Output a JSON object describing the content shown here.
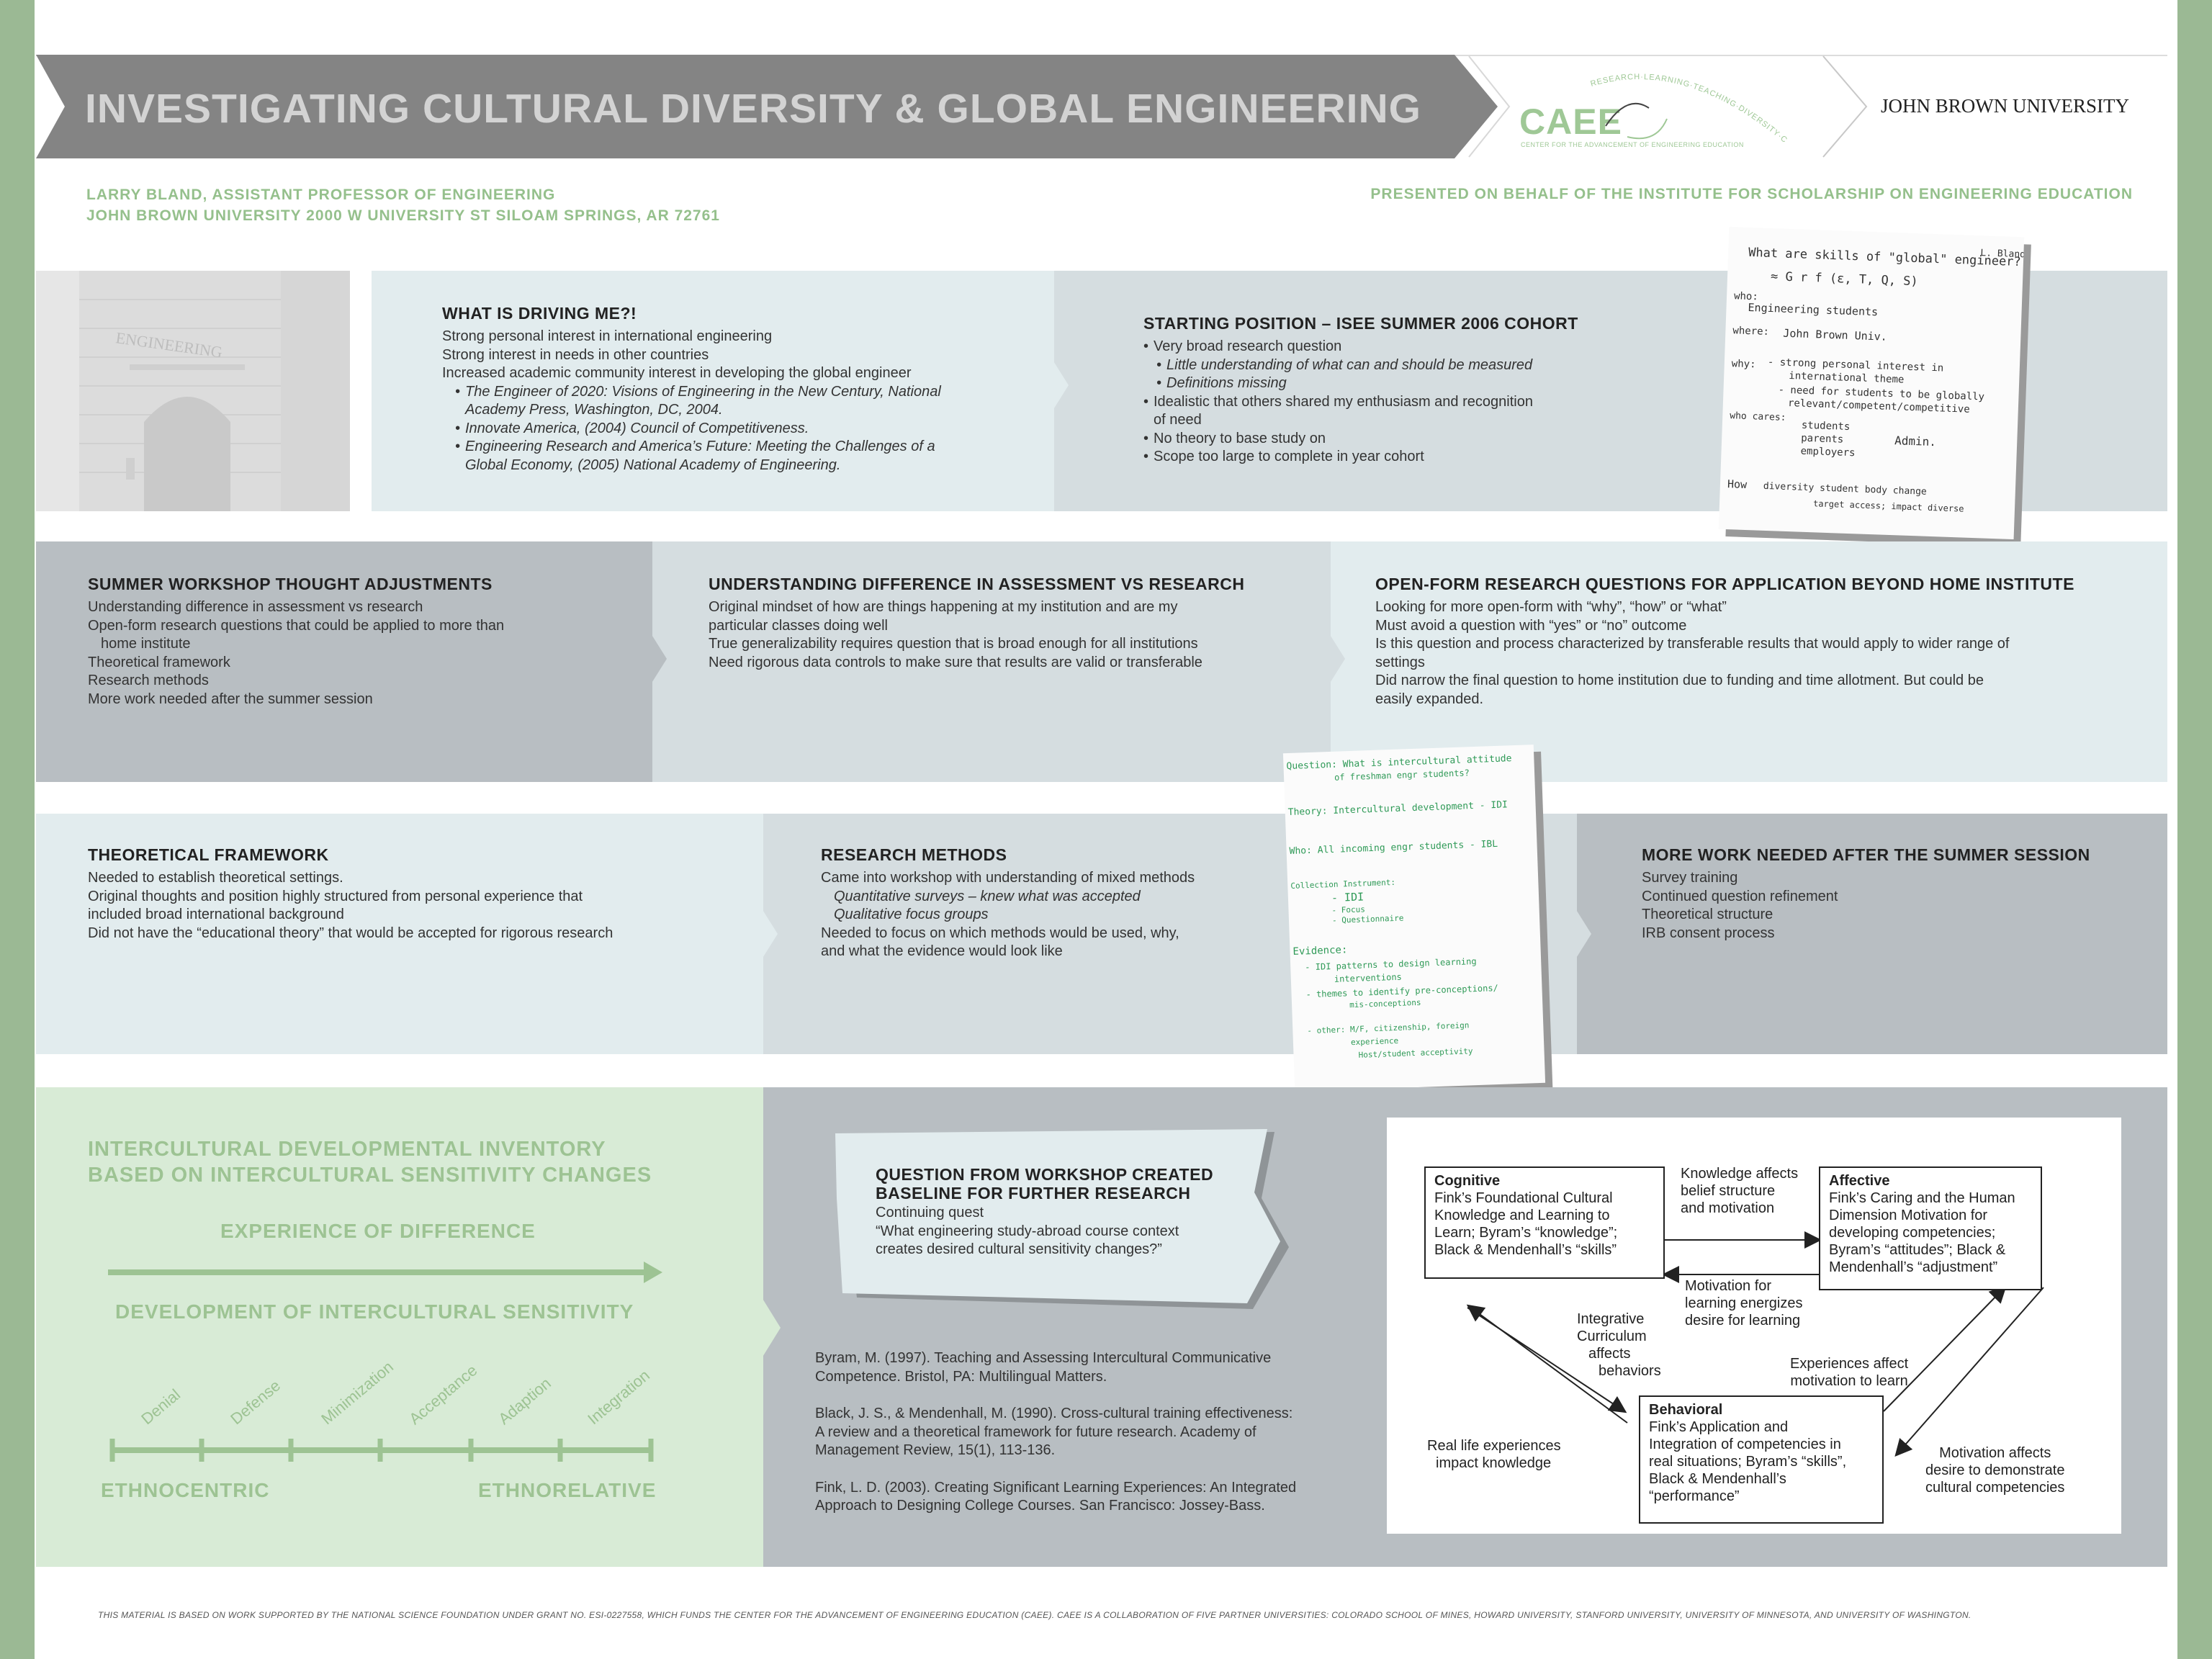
{
  "header": {
    "title": "INVESTIGATING CULTURAL DIVERSITY & GLOBAL ENGINEERING",
    "logo_text": "CAEE",
    "logo_arc_text": "RESEARCH·LEARNING·TEACHING·DIVERSITY·COMMUNITY",
    "logo_subtitle": "CENTER FOR THE ADVANCEMENT OF ENGINEERING EDUCATION",
    "university": "JOHN BROWN UNIVERSITY"
  },
  "author": {
    "line1": "LARRY BLAND, ASSISTANT PROFESSOR OF ENGINEERING",
    "line2": "JOHN BROWN UNIVERSITY 2000 W UNIVERSITY ST SILOAM SPRINGS, AR 72761",
    "presented": "PRESENTED ON BEHALF OF THE INSTITUTE FOR SCHOLARSHIP ON ENGINEERING EDUCATION"
  },
  "photo_sign": "ENGINEERING",
  "driving": {
    "title": "WHAT IS DRIVING ME?!",
    "l1": "Strong personal interest in international engineering",
    "l2": "Strong interest in needs in other countries",
    "l3": "Increased academic community interest in developing the global engineer",
    "b1a": "The Engineer of 2020: Visions of Engineering in the New Century, National",
    "b1b": "Academy Press, Washington, DC, 2004.",
    "b2": "Innovate America, (2004) Council of Competitiveness.",
    "b3a": "Engineering Research and America’s Future: Meeting the Challenges of a",
    "b3b": "Global Economy, (2005) National Academy of Engineering."
  },
  "starting": {
    "title": "STARTING POSITION – ISEE SUMMER 2006 COHORT",
    "b1": "Very broad research question",
    "s1": "Little understanding of what can and should be measured",
    "s2": "Definitions missing",
    "b2a": "Idealistic that others shared my enthusiasm and recognition",
    "b2b": "of need",
    "b3": "No theory to base study on",
    "b4": "Scope too large to complete in year cohort"
  },
  "note1": {
    "corner": "L. Bland",
    "l1": "What are skills of \"global\" engineer?",
    "l2": "≈ G r f (ε, T, Q, S)",
    "l3": "who:",
    "l4": "Engineering students",
    "l5": "where:",
    "l6": "John Brown Univ.",
    "l7": "why:",
    "l8": "- strong personal interest in",
    "l9": "international theme",
    "l10": "- need for students to be globally",
    "l11": "relevant/competent/competitive",
    "l12": "who cares:",
    "l13": "students",
    "l14": "parents",
    "l15": "Admin.",
    "l16": "employers",
    "l17": "How",
    "l18": "diversity student body change",
    "l19": "target access; impact diverse"
  },
  "workshop": {
    "title": "SUMMER WORKSHOP THOUGHT ADJUSTMENTS",
    "l1": "Understanding difference in assessment vs research",
    "l2a": "Open-form research questions that could be applied to more than",
    "l2b": "home institute",
    "l3": "Theoretical framework",
    "l4": "Research methods",
    "l5": "More work needed after the summer session"
  },
  "understanding": {
    "title": "UNDERSTANDING DIFFERENCE IN ASSESSMENT VS RESEARCH",
    "l1a": "Original mindset of  how are things happening at my institution and are my",
    "l1b": "particular classes doing well",
    "l2": "True generalizability requires question that is broad enough for all institutions",
    "l3": "Need rigorous data controls to make sure that results are valid or transferable"
  },
  "openform": {
    "title": "OPEN-FORM RESEARCH QUESTIONS FOR APPLICATION BEYOND HOME INSTITUTE",
    "l1": "Looking for more open-form with “why”, “how” or “what”",
    "l2": "Must avoid a question with “yes” or “no” outcome",
    "l3a": "Is this question and process characterized by transferable results that would apply to wider range of",
    "l3b": "settings",
    "l4a": "Did narrow the final question to home institution due to funding and time allotment.  But could be",
    "l4b": "easily expanded."
  },
  "theory": {
    "title": "THEORETICAL FRAMEWORK",
    "l1": "Needed to establish theoretical settings.",
    "l2a": "Original thoughts and position highly structured from personal experience that",
    "l2b": "included broad international background",
    "l3": "Did not have the “educational theory” that would be accepted for rigorous research"
  },
  "methods": {
    "title": "RESEARCH METHODS",
    "l1": "Came into workshop with understanding of  mixed methods",
    "s1": "Quantitative surveys – knew what was accepted",
    "s2": "Qualitative focus groups",
    "l2a": "Needed to focus on which methods would be used, why,",
    "l2b": "and what the evidence would look like"
  },
  "note2": {
    "l1": "Question: What is intercultural attitude",
    "l2": "of freshman engr students?",
    "l3": "Theory: Intercultural development - IDI",
    "l4": "Who: All incoming engr students - IBL",
    "l5": "Collection Instrument:",
    "l6": "- IDI",
    "l7": "- Focus",
    "l8": "- Questionnaire",
    "l9": "Evidence:",
    "l10": "- IDI patterns to design learning",
    "l11": "interventions",
    "l12": "- themes to identify pre-conceptions/",
    "l13": "mis-conceptions",
    "l14": "- other: M/F, citizenship, foreign",
    "l15": "experience",
    "l16": "Host/student acceptivity"
  },
  "morework": {
    "title": "MORE WORK NEEDED AFTER THE SUMMER SESSION",
    "l1": "Survey training",
    "l2": "Continued question refinement",
    "l3": "Theoretical structure",
    "l4": "IRB consent process"
  },
  "idi": {
    "title1": "INTERCULTURAL DEVELOPMENTAL INVENTORY",
    "title2": "BASED ON INTERCULTURAL SENSITIVITY CHANGES",
    "experience": "EXPERIENCE OF DIFFERENCE",
    "development": "DEVELOPMENT OF INTERCULTURAL SENSITIVITY",
    "stages": [
      "Denial",
      "Defense",
      "Minimization",
      "Acceptance",
      "Adaption",
      "Integration"
    ],
    "left_label": "ETHNOCENTRIC",
    "right_label": "ETHNORELATIVE"
  },
  "question": {
    "title1": "QUESTION FROM WORKSHOP CREATED",
    "title2": "BASELINE FOR FURTHER RESEARCH",
    "l1": "Continuing quest",
    "l2": "“What engineering study-abroad course context",
    "l3": "creates desired cultural sensitivity changes?”"
  },
  "refs": {
    "r1a": "Byram, M. (1997). Teaching and Assessing Intercultural Communicative",
    "r1b": "Competence. Bristol, PA: Multilingual Matters.",
    "r2a": "Black, J. S., & Mendenhall, M. (1990). Cross-cultural training effectiveness:",
    "r2b": "A review and a theoretical framework for future research. Academy of",
    "r2c": "Management Review, 15(1), 113-136.",
    "r3a": "Fink, L. D. (2003). Creating Significant Learning Experiences: An Integrated",
    "r3b": "Approach to Designing College Courses. San Francisco: Jossey-Bass."
  },
  "diagram": {
    "cog_title": "Cognitive",
    "cog_l1": "Fink’s Foundational Cultural",
    "cog_l2": "Knowledge and Learning to",
    "cog_l3": "Learn; Byram’s “knowledge”;",
    "cog_l4": "Black & Mendenhall’s “skills”",
    "aff_title": "Affective",
    "aff_l1": "Fink’s Caring and the Human",
    "aff_l2": "Dimension Motivation for",
    "aff_l3": "developing competencies;",
    "aff_l4": "Byram’s “attitudes”; Black &",
    "aff_l5": "Mendenhall’s “adjustment”",
    "beh_title": "Behavioral",
    "beh_l1": "Fink’s Application and",
    "beh_l2": "Integration of competencies in",
    "beh_l3": "real situations; Byram’s “skills”,",
    "beh_l4": "Black & Mendenhall’s",
    "beh_l5": "“performance”",
    "k1": "Knowledge affects",
    "k2": "belief structure",
    "k3": "and motivation",
    "m1": "Motivation for",
    "m2": "learning energizes",
    "m3": "desire for learning",
    "i1": "Integrative",
    "i2": "Curriculum",
    "i3": "affects",
    "i4": "behaviors",
    "e1": "Experiences affect",
    "e2": "motivation to learn",
    "r1": "Real life experiences",
    "r2": "impact knowledge",
    "d1": "Motivation affects",
    "d2": "desire to demonstrate",
    "d3": "cultural competencies"
  },
  "footer": "THIS MATERIAL IS BASED ON WORK SUPPORTED BY THE NATIONAL SCIENCE FOUNDATION UNDER GRANT NO. ESI-0227558, WHICH FUNDS THE CENTER FOR THE ADVANCEMENT OF ENGINEERING EDUCATION (CAEE). CAEE IS A COLLABORATION OF FIVE PARTNER UNIVERSITIES: COLORADO SCHOOL OF MINES, HOWARD UNIVERSITY, STANFORD UNIVERSITY, UNIVERSITY OF MINNESOTA, AND UNIVERSITY OF WASHINGTON.",
  "colors": {
    "green": "#9bb994",
    "accent_text": "#95c08c",
    "title_bar": "#848484",
    "panel_light": "#e2ecee",
    "panel_mid": "#d5dde0",
    "panel_dark": "#b8bec2",
    "idi_bg": "#d8ebd6"
  }
}
